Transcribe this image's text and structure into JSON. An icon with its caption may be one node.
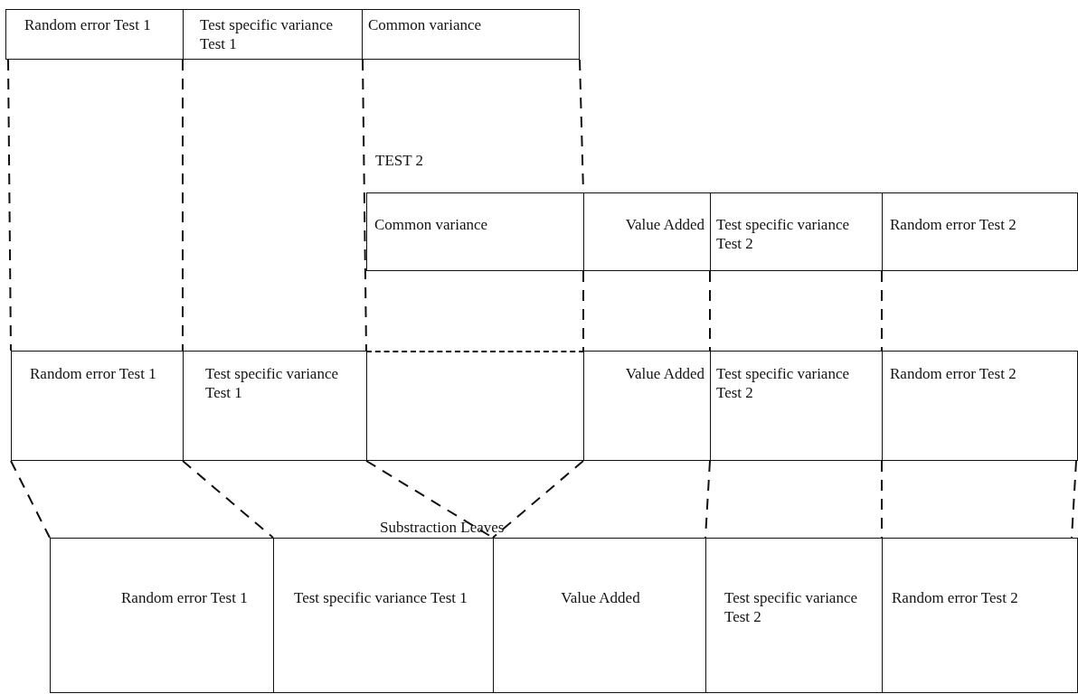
{
  "diagram": {
    "nodes": [
      {
        "text": [
          "Random error Test 1"
        ]
      },
      {
        "text": [
          "Test specific variance Test 1"
        ]
      },
      {
        "text": [
          "Common variance"
        ]
      },
      {
        "text": [
          "Common variance"
        ]
      },
      {
        "text": [
          "Value Added"
        ]
      },
      {
        "text": [
          "Test specific variance Test 2"
        ]
      },
      {
        "text": [
          "Random error Test 2"
        ]
      },
      {
        "text": [
          "Random error Test 1"
        ]
      },
      {
        "text": [
          "Test specific variance Test 1"
        ]
      },
      {
        "text": [],
        "shape": "box"
      },
      {
        "text": [
          "Value Added"
        ]
      },
      {
        "text": [
          "Test specific variance Test 2"
        ]
      },
      {
        "text": [
          "Random error Test 2"
        ]
      },
      {
        "text": [
          "Random error Test 1"
        ]
      },
      {
        "text": [
          "Test specific variance Test 1"
        ]
      },
      {
        "text": [
          "Value Added"
        ]
      },
      {
        "text": [
          "Test specific variance Test 2"
        ]
      },
      {
        "text": [
          "Random error Test 2"
        ]
      }
    ],
    "labels": [
      "TEST 2",
      "Substraction Leaves"
    ]
  }
}
